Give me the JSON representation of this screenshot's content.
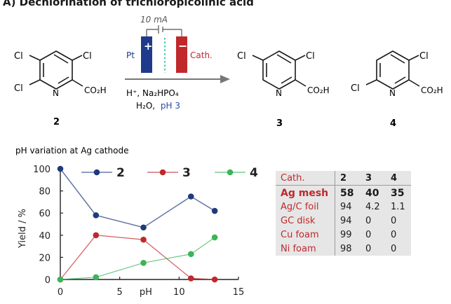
{
  "title": "A) Dechlorination of trichloropicolinic acid",
  "scheme": {
    "current": "10 mA",
    "anode": "Pt",
    "cathode": "Cath.",
    "conditions_1": "H⁺, Na₂HPO₄",
    "conditions_2": "H₂O,",
    "conditions_ph": "pH 3",
    "substituent_cl": "Cl",
    "substituent_n": "N",
    "substituent_acid": "CO₂H",
    "compound_start": "2",
    "compound_a": "3",
    "compound_b": "4"
  },
  "plot_caption": "pH variation at Ag cathode",
  "colors": {
    "series_2": "#1f3a7a",
    "series_3": "#c0282c",
    "series_4": "#3cb45a",
    "anode": "#1f3a8a",
    "cathode": "#c0282c",
    "ph_text": "#2a4aa8",
    "cath_text": "#c0282c"
  },
  "chart_data": {
    "type": "line",
    "title": "",
    "xlabel": "pH",
    "ylabel": "Yield / %",
    "xlim": [
      0,
      15
    ],
    "ylim": [
      0,
      100
    ],
    "xticks": [
      "0",
      "5",
      "10",
      "15"
    ],
    "yticks": [
      "0",
      "20",
      "40",
      "60",
      "80",
      "100"
    ],
    "grid": false,
    "legend": "top",
    "series": [
      {
        "name": "2",
        "x": [
          0,
          3,
          7,
          11,
          13
        ],
        "y": [
          100,
          58,
          47,
          75,
          62
        ]
      },
      {
        "name": "3",
        "x": [
          0,
          3,
          7,
          11,
          13
        ],
        "y": [
          0,
          40,
          36,
          1,
          0
        ]
      },
      {
        "name": "4",
        "x": [
          0,
          3,
          7,
          11,
          13
        ],
        "y": [
          0,
          2,
          15,
          23,
          38
        ]
      }
    ]
  },
  "table": {
    "headers": [
      "Cath.",
      "2",
      "3",
      "4"
    ],
    "rows": [
      [
        "Ag mesh",
        "58",
        "40",
        "35"
      ],
      [
        "Ag/C foil",
        "94",
        "4.2",
        "1.1"
      ],
      [
        "GC disk",
        "94",
        "0",
        "0"
      ],
      [
        "Cu foam",
        "99",
        "0",
        "0"
      ],
      [
        "Ni foam",
        "98",
        "0",
        "0"
      ]
    ]
  }
}
